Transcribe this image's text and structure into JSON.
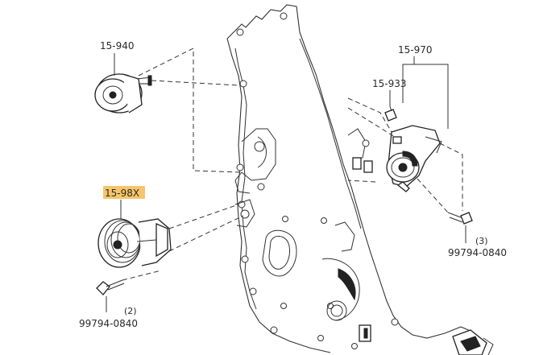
{
  "labels": {
    "idler_top": "15-940",
    "tensioner_assy": "15-970",
    "tensioner_part": "15-933",
    "pulley_highlighted": "15-98X",
    "bolt_left_part": "99794-0840",
    "bolt_left_qty": "(2)",
    "bolt_right_part": "99794-0840",
    "bolt_right_qty": "(3)"
  },
  "colors": {
    "highlight": "#f6c56b",
    "line": "#333333"
  },
  "icons": {
    "front_indicator": "engine-front-arrow-icon"
  }
}
